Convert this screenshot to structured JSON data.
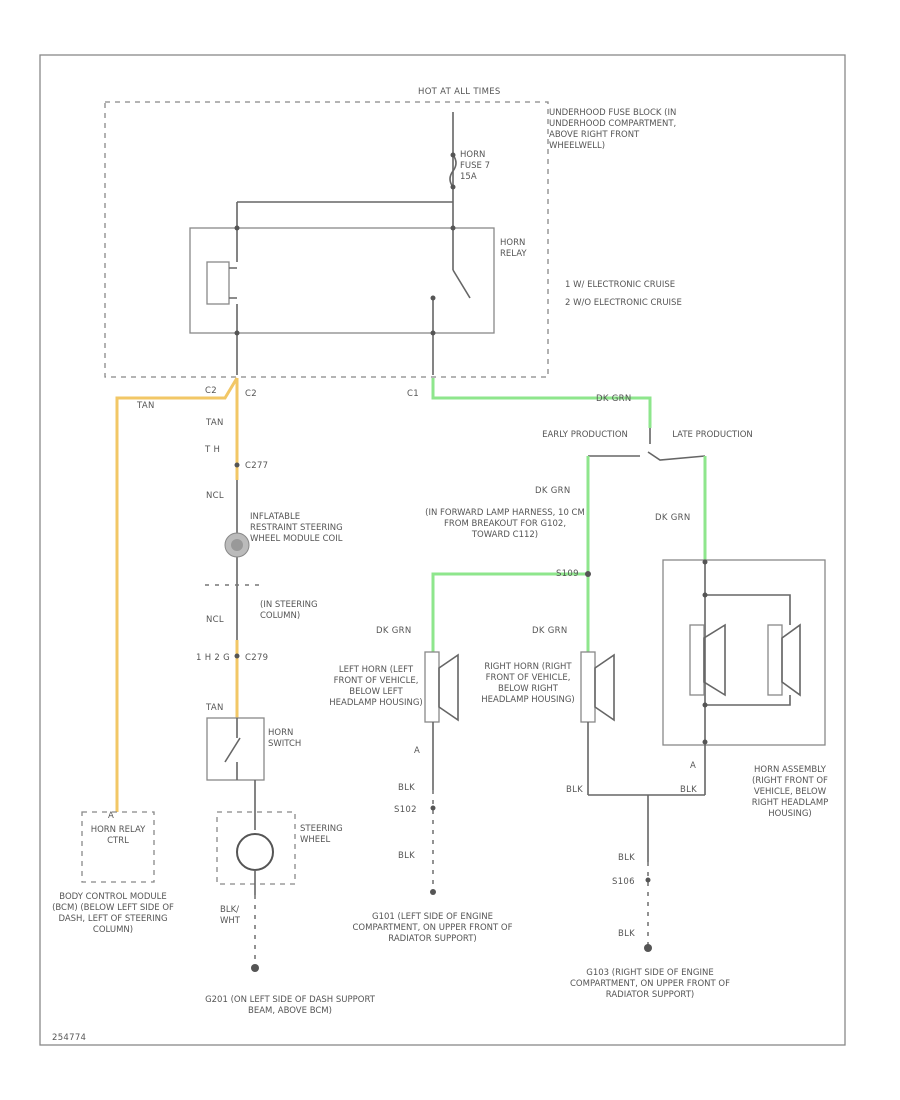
{
  "labels": {
    "hot_at_all_times": "HOT AT ALL TIMES",
    "underhood_fuse_block": "UNDERHOOD FUSE BLOCK (IN UNDERHOOD COMPARTMENT, ABOVE RIGHT FRONT WHEELWELL)",
    "horn_fuse": "HORN FUSE 7 15A",
    "horn_relay": "HORN RELAY",
    "legend_1": "1  W/ ELECTRONIC CRUISE",
    "legend_2": "2  W/O ELECTRONIC CRUISE",
    "c2_left": "C2",
    "c2_right": "C2",
    "c1_left": "C1",
    "tan_top": "TAN",
    "tan_mid": "TAN",
    "tan_low": "TAN",
    "c277": "C277",
    "ncl_1": "NCL",
    "inflatable": "INFLATABLE RESTRAINT STEERING WHEEL MODULE COIL",
    "in_steering_column": "(IN STEERING COLUMN)",
    "ncl_2": "NCL",
    "c279": "C279",
    "horn_switch": "HORN SWITCH",
    "steering_wheel": "STEERING WHEEL",
    "blk_wht": "BLK/ WHT",
    "g201": "G201 (ON LEFT SIDE OF DASH SUPPORT BEAM, ABOVE BCM)",
    "horn_relay_ctrl": "HORN RELAY CTRL",
    "bcm": "BODY CONTROL MODULE (BCM) (BELOW LEFT SIDE OF DASH, LEFT OF STEERING COLUMN)",
    "dk_grn_top": "DK GRN",
    "early_production": "EARLY PRODUCTION",
    "late_production": "LATE PRODUCTION",
    "dk_grn_mid": "DK GRN",
    "forward_lamp_harness": "(IN FORWARD LAMP HARNESS, 10 CM FROM BREAKOUT FOR G102, TOWARD C112)",
    "s109": "S109",
    "dk_grn_left": "DK GRN",
    "dk_grn_right": "DK GRN",
    "dk_grn_late": "DK GRN",
    "left_horn": "LEFT HORN (LEFT FRONT OF VEHICLE, BELOW LEFT HEADLAMP HOUSING)",
    "right_horn": "RIGHT HORN (RIGHT FRONT OF VEHICLE, BELOW RIGHT HEADLAMP HOUSING)",
    "horn_assembly": "HORN ASSEMBLY (RIGHT FRONT OF VEHICLE, BELOW RIGHT HEADLAMP HOUSING)",
    "blk_1": "BLK",
    "s102": "S102",
    "blk_2": "BLK",
    "g101": "G101 (LEFT SIDE OF ENGINE COMPARTMENT, ON UPPER FRONT OF RADIATOR SUPPORT)",
    "blk_3": "BLK",
    "blk_4": "BLK",
    "blk_5": "BLK",
    "s106": "S106",
    "blk_6": "BLK",
    "g103": "G103 (RIGHT SIDE OF ENGINE COMPARTMENT, ON UPPER FRONT OF RADIATOR SUPPORT)",
    "pin_a_bcm": "A",
    "pin_a_lh": "A",
    "pin_a_asm": "A",
    "footer_code": "254774"
  }
}
